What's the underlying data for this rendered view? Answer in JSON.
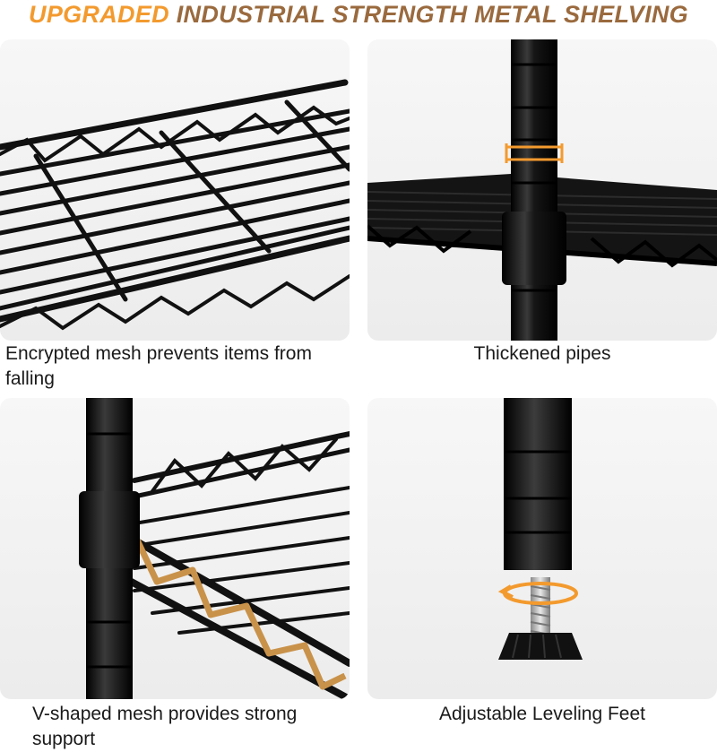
{
  "headline": {
    "accent": "UPGRADED",
    "rest": "INDUSTRIAL STRENGTH METAL SHELVING"
  },
  "colors": {
    "accent": "#f39a2e",
    "headline_brown": "#9a6a3e",
    "panel_bg": "#efefef",
    "metal": "#0e0e0e"
  },
  "features": [
    {
      "caption": "Encrypted mesh prevents items from falling",
      "icon": "wire-mesh-shelf-icon"
    },
    {
      "caption": "Thickened pipes",
      "icon": "thick-pole-icon"
    },
    {
      "caption": "V-shaped mesh provides strong support",
      "icon": "v-mesh-icon"
    },
    {
      "caption": "Adjustable Leveling Feet",
      "icon": "leveling-foot-icon"
    }
  ]
}
